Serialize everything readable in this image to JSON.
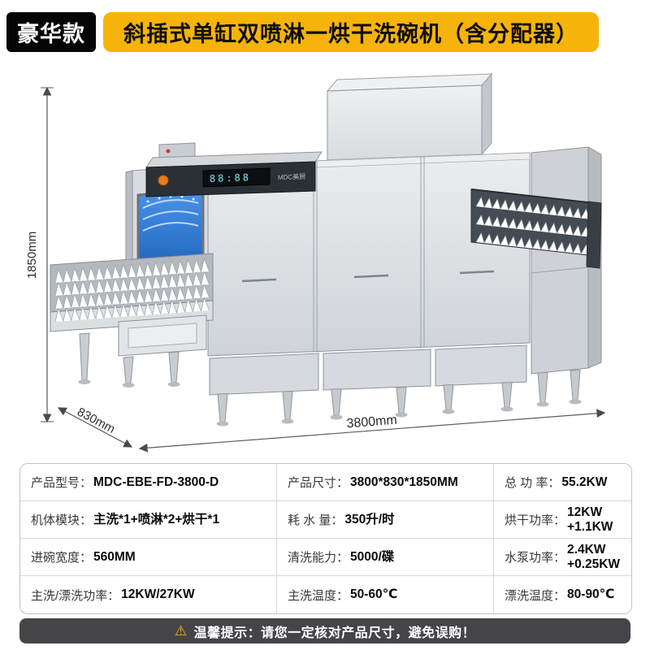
{
  "header": {
    "badge": "豪华款",
    "title": "斜插式单缸双喷淋一烘干洗碗机（含分配器）"
  },
  "diagram": {
    "dim_height": "1850mm",
    "dim_depth": "830mm",
    "dim_width": "3800mm",
    "panel_display": "88:88",
    "panel_brand": "MDC美厨"
  },
  "specs": {
    "rows": [
      {
        "cells": [
          {
            "label": "产品型号：",
            "value": "MDC-EBE-FD-3800-D"
          },
          {
            "label": "产品尺寸：",
            "value": "3800*830*1850MM"
          },
          {
            "label": "总 功 率：",
            "value": "55.2KW"
          }
        ]
      },
      {
        "cells": [
          {
            "label": "机体模块：",
            "value": "主洗*1+喷淋*2+烘干*1"
          },
          {
            "label": "耗 水 量：",
            "value": "350升/时"
          },
          {
            "label": "烘干功率：",
            "value": "12KW\n+1.1KW"
          }
        ]
      },
      {
        "cells": [
          {
            "label": "进碗宽度：",
            "value": "560MM"
          },
          {
            "label": "清洗能力：",
            "value": "5000/碟"
          },
          {
            "label": "水泵功率：",
            "value": "2.4KW\n+0.25KW"
          }
        ]
      },
      {
        "cells": [
          {
            "label": "主洗/漂洗功率：",
            "value": "12KW/27KW"
          },
          {
            "label": "主洗温度：",
            "value": "50-60℃"
          },
          {
            "label": "漂洗温度：",
            "value": "80-90℃"
          }
        ]
      }
    ]
  },
  "notice": {
    "icon": "⚠",
    "text": "温馨提示：请您一定核对产品尺寸，避免误购！"
  },
  "colors": {
    "accent_gold": "#f6b30a",
    "badge_black": "#050505",
    "notice_gray": "#454549",
    "interior_blue": "#1b5fb4"
  }
}
